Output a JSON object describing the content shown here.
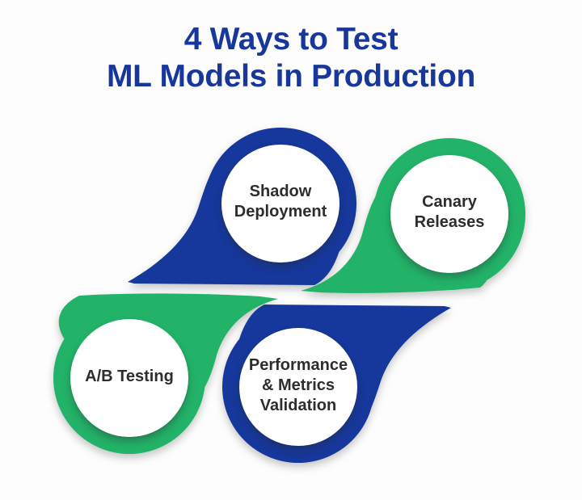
{
  "title": {
    "line1": "4 Ways to Test",
    "line2": "ML Models in Production"
  },
  "methods": [
    {
      "name": "shadow-deployment",
      "label": "Shadow\nDeployment"
    },
    {
      "name": "canary-releases",
      "label": "Canary\nReleases"
    },
    {
      "name": "ab-testing",
      "label": "A/B Testing"
    },
    {
      "name": "performance-metrics-validation",
      "label": "Performance\n& Metrics\nValidation"
    }
  ],
  "colors": {
    "blue": "#17379c",
    "green": "#24b368",
    "title_text": "#17379c",
    "label_text": "#2d2d2d",
    "background": "#fdfdfd",
    "circle_fill": "#ffffff"
  }
}
